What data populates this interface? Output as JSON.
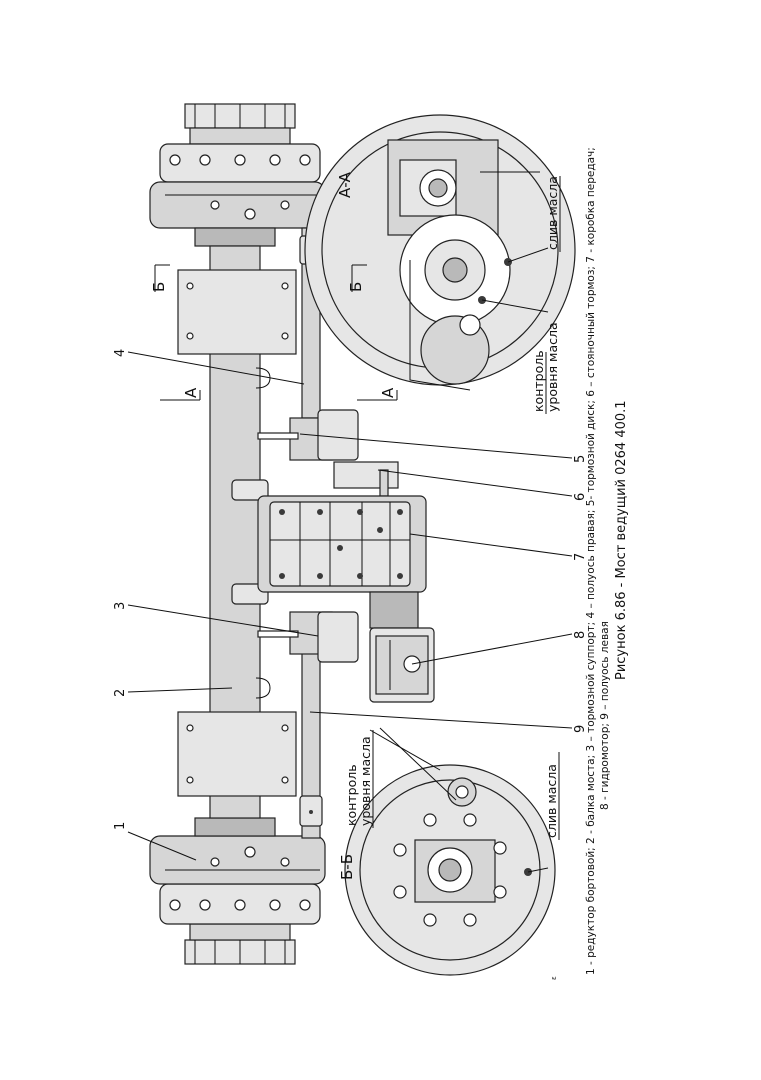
{
  "figure": {
    "caption": "Рисунок 6.86 - Мост ведущий 0264 400.1",
    "legend_line1": "1 - редуктор бортовой; 2 - балка моста; 3 – тормозной суппорт; 4 – полуось правая; 5- тормозной диск; 6 – стояночный тормоз; 7 - коробка передач;",
    "legend_line2": "8 - гидромотор; 9 – полуось левая",
    "page_mark": "ε"
  },
  "callouts": [
    "1",
    "2",
    "3",
    "4",
    "5",
    "6",
    "7",
    "8",
    "9"
  ],
  "section_marks": {
    "a": "А",
    "b": "Б",
    "view_aa": "А-А",
    "view_bb": "Б-Б"
  },
  "labels": {
    "oil_drain": "слив масла",
    "oil_level_1": "контроль",
    "oil_level_2": "уровня масла"
  }
}
